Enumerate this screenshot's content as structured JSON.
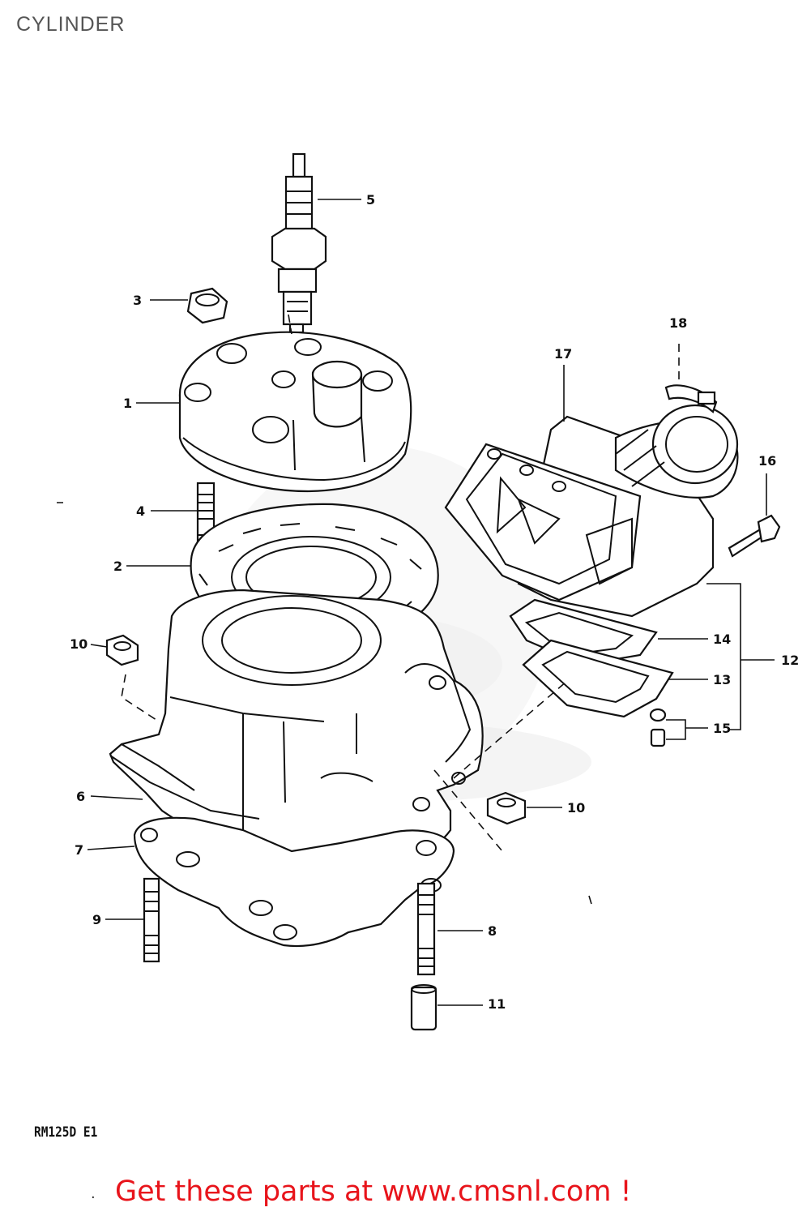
{
  "header": {
    "title": "CYLINDER"
  },
  "footer": {
    "model_code": "RM125D E1",
    "bullet": "·",
    "cta": "Get these parts at www.cmsnl.com !"
  },
  "colors": {
    "cta": "#e8141b",
    "line": "#111111",
    "watermark": "#d8d8d8"
  },
  "callouts": [
    "1",
    "2",
    "3",
    "4",
    "5",
    "6",
    "7",
    "8",
    "9",
    "10",
    "10",
    "11",
    "12",
    "13",
    "14",
    "15",
    "16",
    "17",
    "18"
  ],
  "parts": [
    "cylinder-head",
    "head-gasket",
    "head-nut",
    "head-stud",
    "spark-plug",
    "cylinder",
    "base-gasket",
    "base-stud",
    "base-stud",
    "cylinder-nut",
    "dowel-pin",
    "reed-valve-assembly",
    "reed-gasket",
    "reed-plate",
    "screw-and-washer",
    "bolt",
    "intake-pipe",
    "hose-clamp"
  ]
}
